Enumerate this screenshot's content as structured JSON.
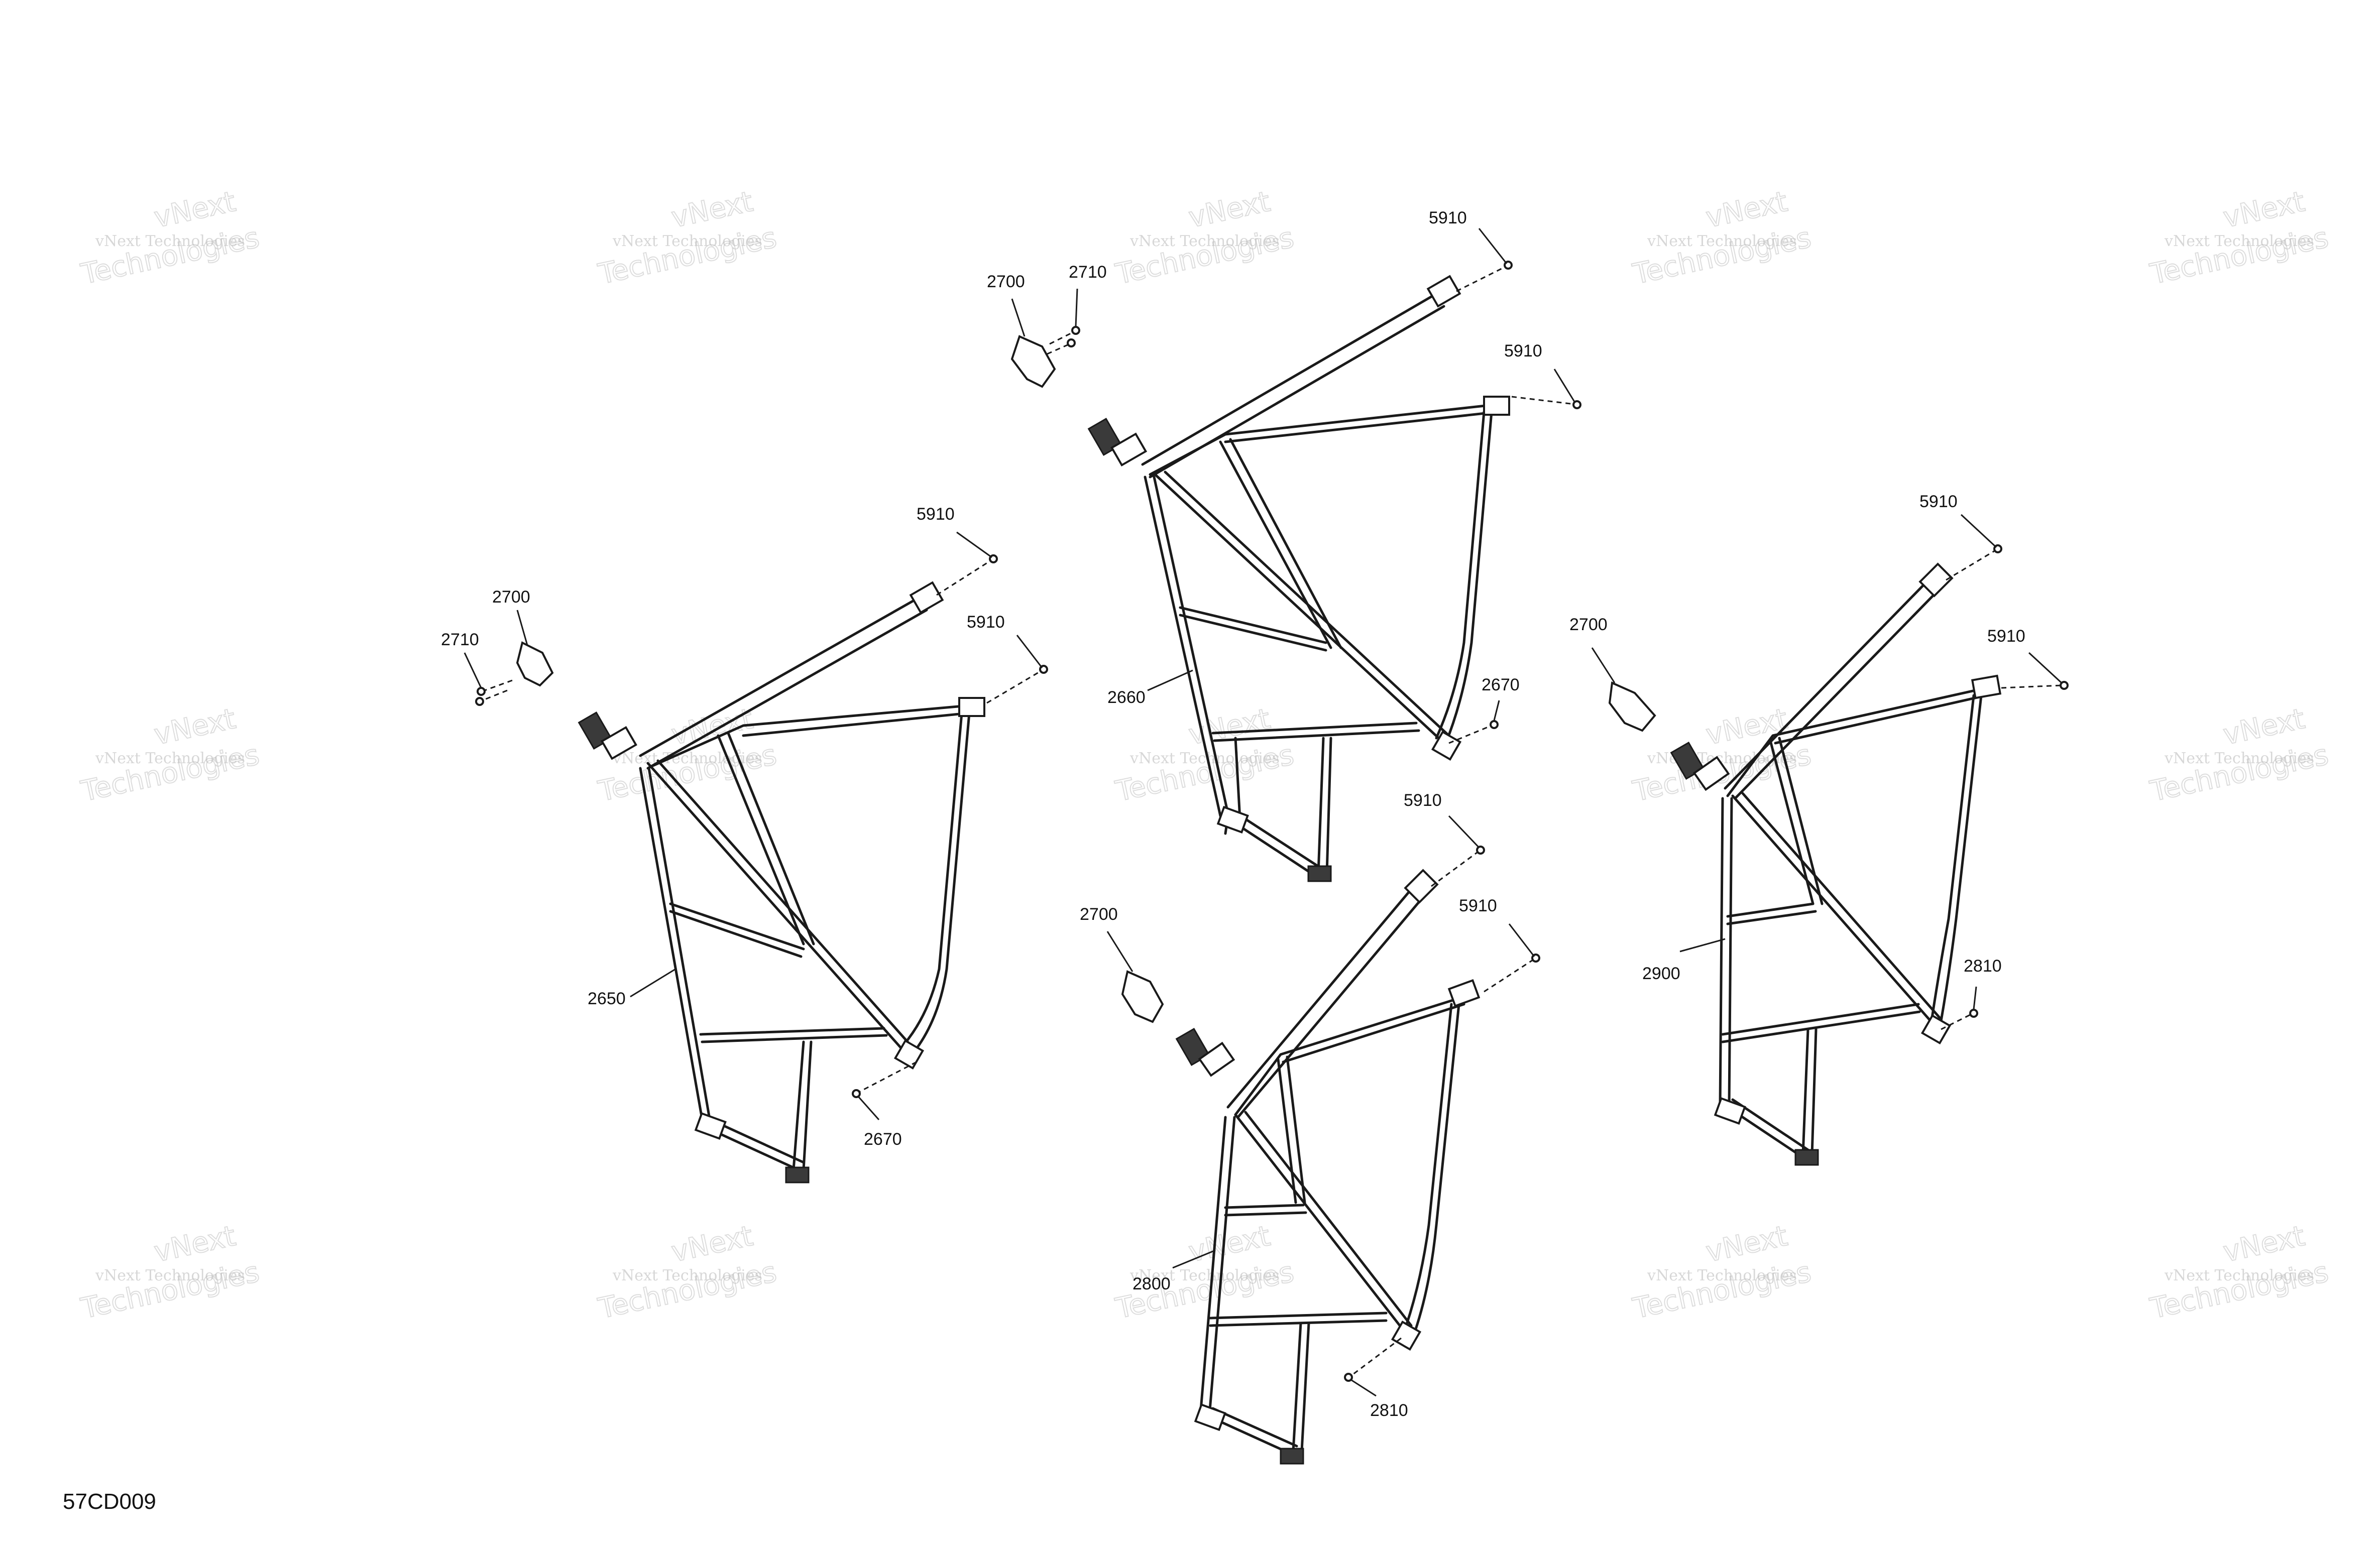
{
  "drawing_number": "57CD009",
  "watermark": {
    "line1": "vNext Technologies",
    "line2": "Technologies",
    "line3": "vNext"
  },
  "assemblies": [
    {
      "label": "2650",
      "fasteners": {
        "bolt": "2670",
        "screw_top": "5910",
        "screw_side": "5910",
        "bracket": "2700",
        "bracket_screw": "2710"
      }
    },
    {
      "label": "2660",
      "fasteners": {
        "bolt": "2670",
        "screw_top": "5910",
        "screw_side": "5910",
        "bracket": "2700",
        "bracket_screw": "2710"
      }
    },
    {
      "label": "2800",
      "fasteners": {
        "bolt": "2810",
        "screw_top": "5910",
        "screw_side": "5910",
        "bracket": "2700"
      }
    },
    {
      "label": "2900",
      "fasteners": {
        "bolt": "2810",
        "screw_top": "5910",
        "screw_side": "5910",
        "bracket": "2700"
      }
    }
  ]
}
